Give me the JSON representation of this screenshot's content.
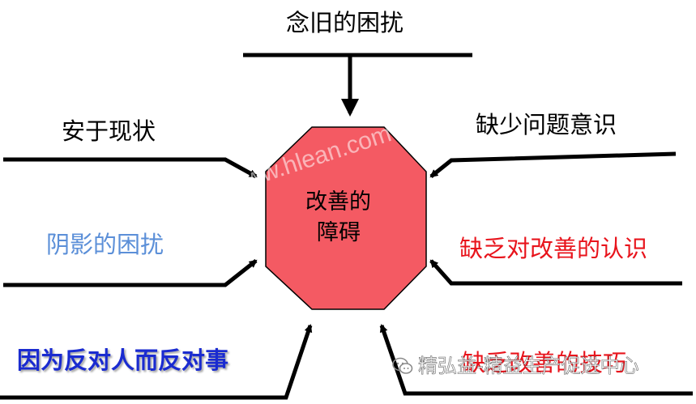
{
  "center": {
    "line1": "改善的",
    "line2": "障碍",
    "fill": "#f45a63",
    "stroke": "#000000"
  },
  "obstacles": [
    {
      "id": "top",
      "text": "念旧的困扰",
      "color": "#000000"
    },
    {
      "id": "left-1",
      "text": "安于现状",
      "color": "#000000"
    },
    {
      "id": "left-2",
      "text": "阴影的困扰",
      "color": "#5b8fd8"
    },
    {
      "id": "left-3",
      "text": "因为反对人而反对事",
      "color": "#1a2bd0"
    },
    {
      "id": "right-1",
      "text": "缺少问题意识",
      "color": "#000000"
    },
    {
      "id": "right-2",
      "text": "缺乏对改善的认识",
      "color": "#e8141c"
    },
    {
      "id": "right-3",
      "text": "缺乏改善的技巧",
      "color": "#e8141c"
    }
  ],
  "watermark": {
    "text": "www.hlean.com",
    "brand": "精弘益-精益生产促进中心",
    "icon": "wechat-icon"
  }
}
